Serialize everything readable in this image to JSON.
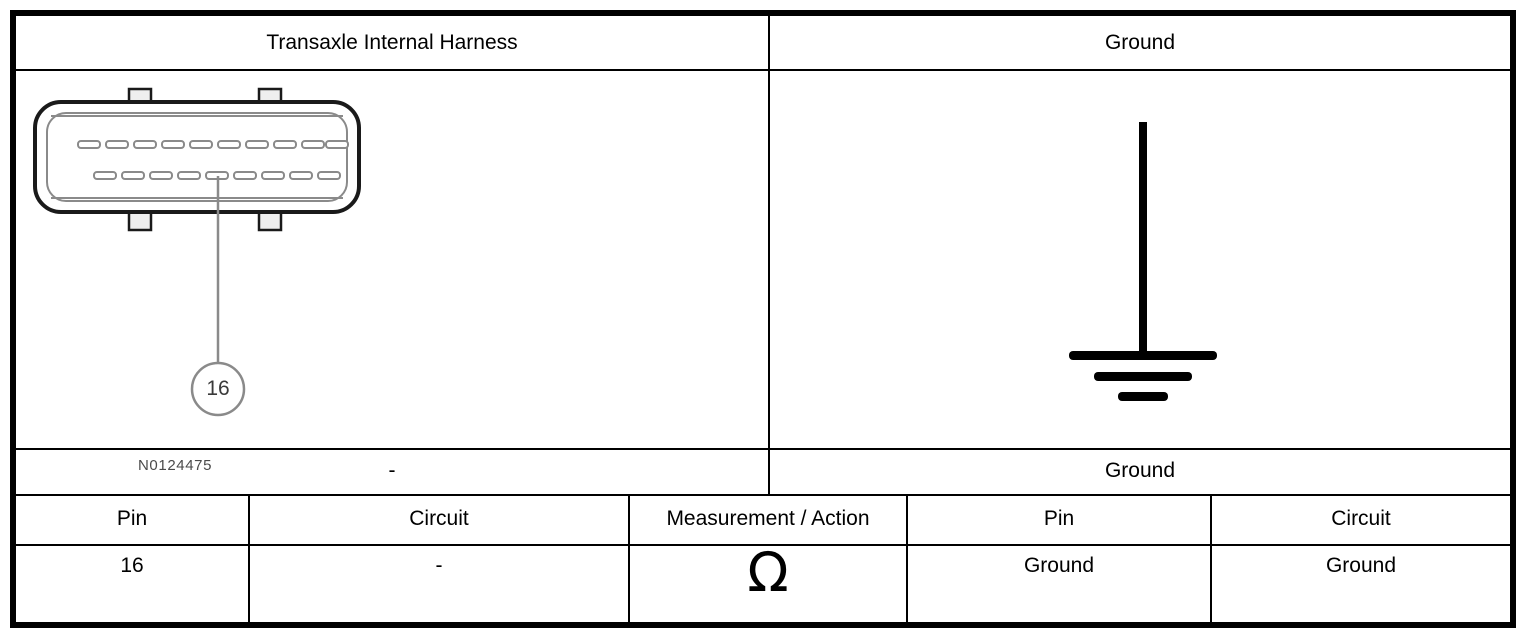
{
  "header": {
    "left_title": "Transaxle Internal Harness",
    "right_title": "Ground"
  },
  "diagram": {
    "connector": {
      "part_number": "N0124475",
      "callout_pin": "16",
      "top_row_pins": 10,
      "bottom_row_pins": 9,
      "icon": "connector-face-icon"
    },
    "ground": {
      "icon": "ground-symbol-icon",
      "bars": 3
    }
  },
  "label_row": {
    "left_label": "-",
    "right_label": "Ground"
  },
  "table": {
    "columns": [
      "Pin",
      "Circuit",
      "Measurement / Action",
      "Pin",
      "Circuit"
    ],
    "rows": [
      {
        "pin_left": "16",
        "circuit_left": "-",
        "measurement": "Ω",
        "pin_right": "Ground",
        "circuit_right": "Ground"
      }
    ]
  },
  "colors": {
    "border": "#000000",
    "background": "#ffffff",
    "text": "#000000",
    "part_number_text": "#4a4a4a",
    "connector_outline": "#1a1a1a",
    "connector_inner": "#808080"
  }
}
